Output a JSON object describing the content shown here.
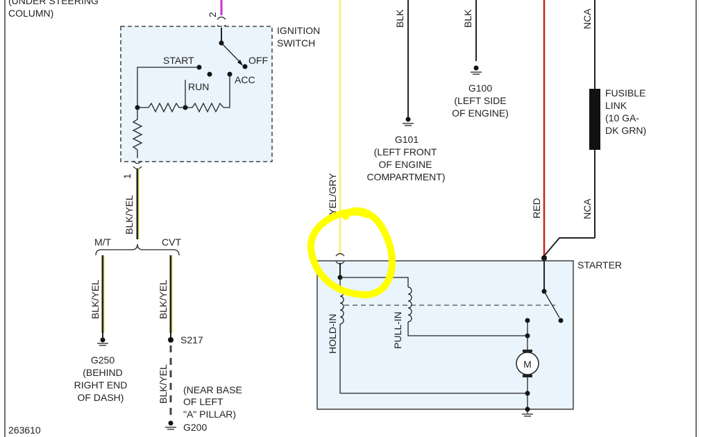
{
  "colors": {
    "black_wire": "#222222",
    "yellow_wire": "#f5f06a",
    "red_wire": "#d81b1b",
    "magenta_wire": "#cc33cc",
    "component_fill": "#e9f4fc",
    "highlight": "#ffff00"
  },
  "top_left_note": [
    "(UNDER STEERING",
    "COLUMN)"
  ],
  "ignition_switch": {
    "label": [
      "IGNITION",
      "SWITCH"
    ],
    "pin_top": "2",
    "pin_bottom": "1",
    "positions": {
      "start": "START",
      "run": "RUN",
      "acc": "ACC",
      "off": "OFF"
    }
  },
  "wires": {
    "ign_out": "BLK/YEL",
    "mt_branch": "BLK/YEL",
    "cvt_branch": "BLK/YEL",
    "cvt_lower": "BLK/YEL",
    "yel_gry": "YEL/GRY",
    "blk_g101": "BLK",
    "blk_g100": "BLK",
    "red": "RED",
    "nca_top": "NCA",
    "nca_bottom": "NCA"
  },
  "branches": {
    "mt": "M/T",
    "cvt": "CVT"
  },
  "grounds": {
    "g250": [
      "G250",
      "(BEHIND",
      "RIGHT END",
      "OF DASH)"
    ],
    "g101": [
      "G101",
      "(LEFT FRONT",
      "OF ENGINE",
      "COMPARTMENT)"
    ],
    "g100": [
      "G100",
      "(LEFT SIDE",
      "OF ENGINE)"
    ],
    "g200": "G200"
  },
  "splice": {
    "id": "S217",
    "note": [
      "(NEAR BASE",
      "OF LEFT",
      "\"A\" PILLAR)"
    ]
  },
  "fusible_link": [
    "FUSIBLE",
    "LINK",
    "(10 GA-",
    "DK GRN)"
  ],
  "starter": {
    "label": "STARTER",
    "hold_in": "HOLD-IN",
    "pull_in": "PULL-IN",
    "motor": "M"
  },
  "figure_id": "263610"
}
